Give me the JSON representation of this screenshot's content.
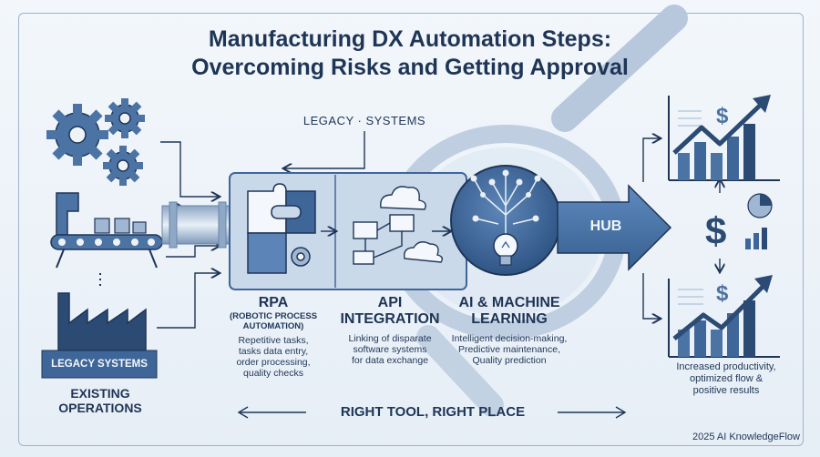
{
  "title_line1": "Manufacturing DX Automation Steps:",
  "title_line2": "Overcoming Risks and Getting Approval",
  "legacy_systems_top": "LEGACY · SYSTEMS",
  "legacy_systems_badge": "LEGACY SYSTEMS",
  "existing_line1": "EXISTING",
  "existing_line2": "OPERATIONS",
  "rpa_title": "RPA",
  "rpa_sub_line1": "(ROBOTIC PROCESS",
  "rpa_sub_line2": "AUTOMATION)",
  "rpa_desc": [
    "Repetitive tasks,",
    "tasks data entry,",
    "order processing,",
    "quality checks"
  ],
  "api_title_line1": "API",
  "api_title_line2": "INTEGRATION",
  "api_desc": [
    "Linking of disparate",
    "software systems",
    "for data exchange"
  ],
  "ai_title_line1": "AI & MACHINE",
  "ai_title_line2": "LEARNING",
  "ai_desc": [
    "Intelligent decision-making,",
    "Predictive maintenance,",
    "Quality prediction"
  ],
  "hub_label": "HUB",
  "results_desc": [
    "Increased productivity,",
    "optimized flow &",
    "positive results"
  ],
  "bottom_banner": "RIGHT TOOL, RIGHT PLACE",
  "footer": "2025 AI KnowledgeFlow",
  "icons": [
    "gear-icon",
    "conveyor-icon",
    "factory-icon",
    "puzzle-icon",
    "flowchart-icon",
    "cloud-icon",
    "neural-network-icon",
    "lightbulb-icon",
    "magnifying-glass-icon",
    "dollar-icon",
    "bar-chart-icon",
    "pie-chart-icon",
    "arrow-right-icon"
  ],
  "colors": {
    "navy": "#1f3556",
    "mid_blue": "#3f6699",
    "light_blue": "#b9cde3",
    "panel": "#c9d9ea"
  }
}
